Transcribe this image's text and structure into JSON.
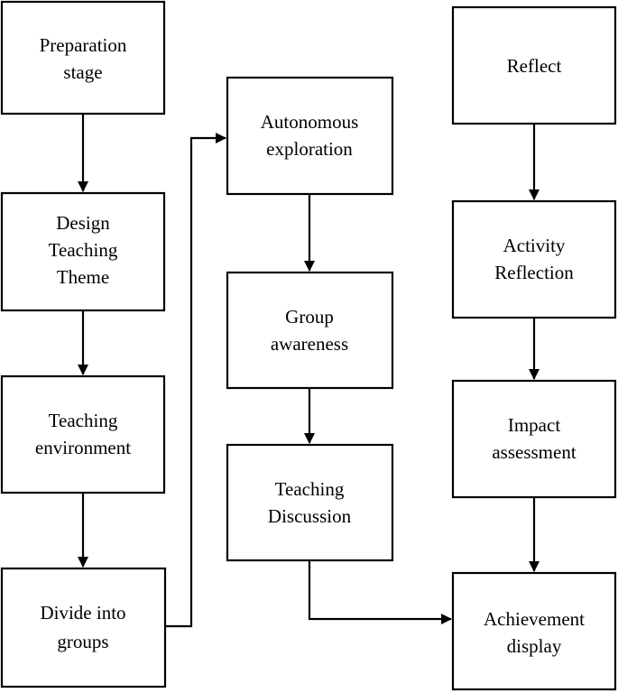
{
  "diagram": {
    "type": "flowchart",
    "nodes": {
      "preparation": {
        "lines": [
          "Preparation",
          "stage"
        ]
      },
      "design_theme": {
        "lines": [
          "Design",
          "Teaching",
          "Theme"
        ]
      },
      "teaching_environment": {
        "lines": [
          "Teaching",
          "environment"
        ]
      },
      "divide_groups": {
        "lines": [
          "Divide into",
          "groups"
        ]
      },
      "autonomous_exploration": {
        "lines": [
          "Autonomous",
          "exploration"
        ]
      },
      "group_awareness": {
        "lines": [
          "Group",
          "awareness"
        ]
      },
      "teaching_discussion": {
        "lines": [
          "Teaching",
          "Discussion"
        ]
      },
      "reflect": {
        "lines": [
          "Reflect"
        ]
      },
      "activity_reflection": {
        "lines": [
          "Activity",
          "Reflection"
        ]
      },
      "impact_assessment": {
        "lines": [
          "Impact",
          "assessment"
        ]
      },
      "achievement_display": {
        "lines": [
          "Achievement",
          "display"
        ]
      }
    },
    "edges": [
      {
        "from": "preparation",
        "to": "design_theme"
      },
      {
        "from": "design_theme",
        "to": "teaching_environment"
      },
      {
        "from": "teaching_environment",
        "to": "divide_groups"
      },
      {
        "from": "divide_groups",
        "to": "autonomous_exploration"
      },
      {
        "from": "autonomous_exploration",
        "to": "group_awareness"
      },
      {
        "from": "group_awareness",
        "to": "teaching_discussion"
      },
      {
        "from": "teaching_discussion",
        "to": "achievement_display"
      },
      {
        "from": "reflect",
        "to": "activity_reflection"
      },
      {
        "from": "activity_reflection",
        "to": "impact_assessment"
      },
      {
        "from": "impact_assessment",
        "to": "achievement_display"
      }
    ],
    "colors": {
      "stroke": "#000000",
      "fill": "#ffffff",
      "text": "#000000"
    }
  }
}
